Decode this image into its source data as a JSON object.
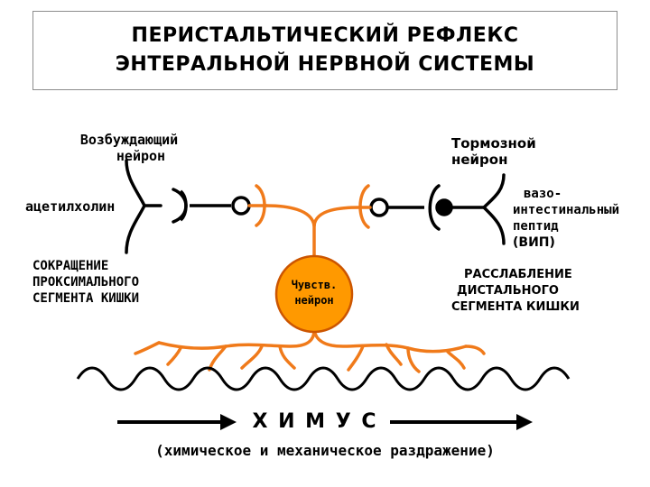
{
  "title": {
    "line1": "ПЕРИСТАЛЬТИЧЕСКИЙ РЕФЛЕКС",
    "line2": "ЭНТЕРАЛЬНОЙ НЕРВНОЙ СИСТЕМЫ"
  },
  "excitatory": {
    "line1": "Возбуждающий",
    "line2": "нейрон",
    "mediator": "ацетилхолин",
    "effect": [
      "СОКРАЩЕНИЕ",
      "ПРОКСИМАЛЬНОГО",
      "СЕГМЕНТА КИШКИ"
    ]
  },
  "inhibitory": {
    "line1": "Тормозной",
    "line2": "нейрон",
    "mediator": [
      "вазо-",
      "интестинальный",
      "пептид",
      "(ВИП)"
    ],
    "effect": [
      "РАССЛАБЛЕНИЕ",
      "ДИСТАЛЬНОГО",
      "СЕГМЕНТА КИШКИ"
    ]
  },
  "sensory": {
    "line1": "Чувств.",
    "line2": "нейрон"
  },
  "chyme": {
    "label": "Х И М У С",
    "caption": "(химическое и механическое раздражение)"
  },
  "colors": {
    "sensory_fill": "#ff9900",
    "sensory_stroke": "#cc5500",
    "dendrite": "#f07a1a",
    "ink": "#000000",
    "title_border": "#8c8c8c"
  }
}
